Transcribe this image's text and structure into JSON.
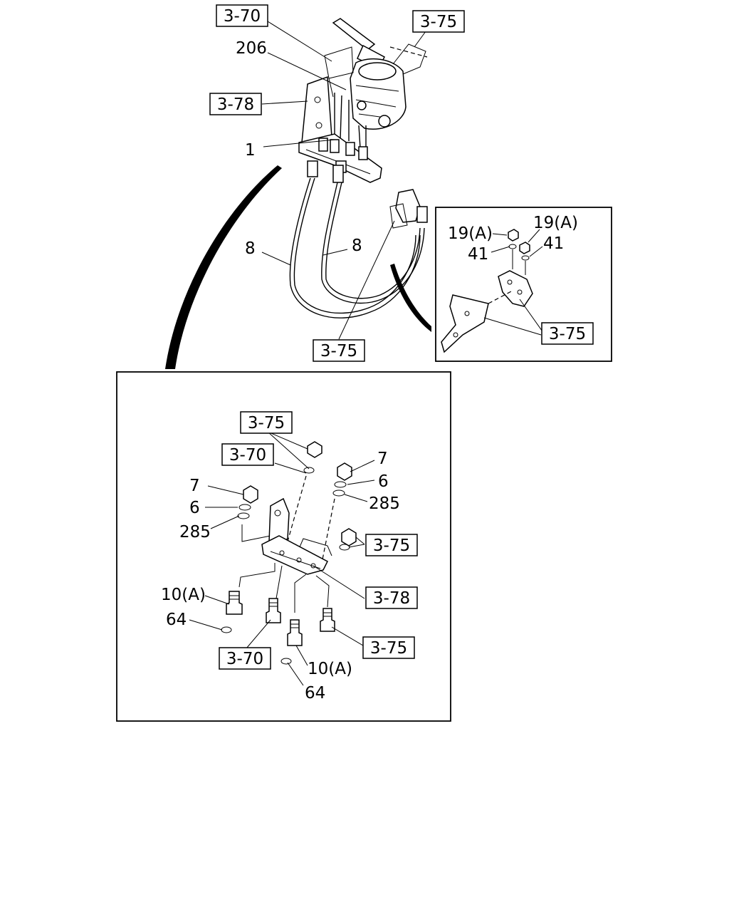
{
  "labels": {
    "ref_3_70_top": "3-70",
    "ref_3_75_top": "3-75",
    "ref_3_78_top": "3-78",
    "num_206": "206",
    "num_1": "1",
    "num_8_left": "8",
    "num_8_right": "8",
    "ref_3_75_mid": "3-75",
    "inset_19a_left": "19(A)",
    "inset_19a_right": "19(A)",
    "inset_41_left": "41",
    "inset_41_right": "41",
    "inset_ref_3_75": "3-75",
    "b_ref_3_75_top": "3-75",
    "b_ref_3_70_top": "3-70",
    "b_7_right": "7",
    "b_6_right": "6",
    "b_285_right": "285",
    "b_7_left": "7",
    "b_6_left": "6",
    "b_285_left": "285",
    "b_ref_3_75_right": "3-75",
    "b_ref_3_78": "3-78",
    "b_10a_left": "10(A)",
    "b_64_left": "64",
    "b_ref_3_75_bottom": "3-75",
    "b_ref_3_70_bottom": "3-70",
    "b_10a_bottom": "10(A)",
    "b_64_bottom": "64"
  },
  "icons": [
    "brake-valve",
    "brake-hose",
    "bracket",
    "nut",
    "washer",
    "union-fitting"
  ]
}
